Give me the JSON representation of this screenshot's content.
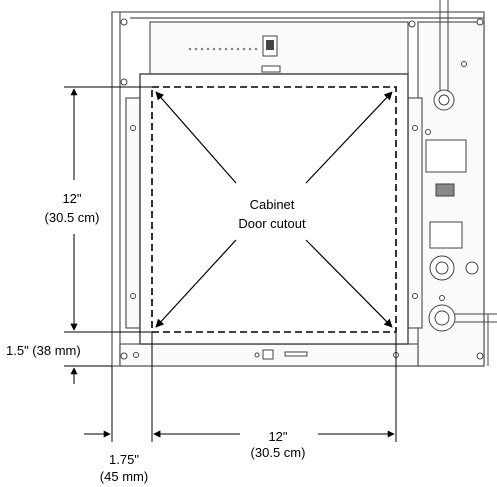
{
  "labels": {
    "cutout_line1": "Cabinet",
    "cutout_line2": "Door cutout",
    "height_in": "12\"",
    "height_cm": "(30.5 cm)",
    "bottom_gap": "1.5\" (38 mm)",
    "width_in": "12\"",
    "width_cm": "(30.5 cm)",
    "side_gap_in": "1.75\"",
    "side_gap_mm": "(45 mm)"
  },
  "colors": {
    "line": "#000000",
    "panel_stroke": "#555555",
    "panel_fill": "#ffffff",
    "shade": "#f2f2f2"
  }
}
